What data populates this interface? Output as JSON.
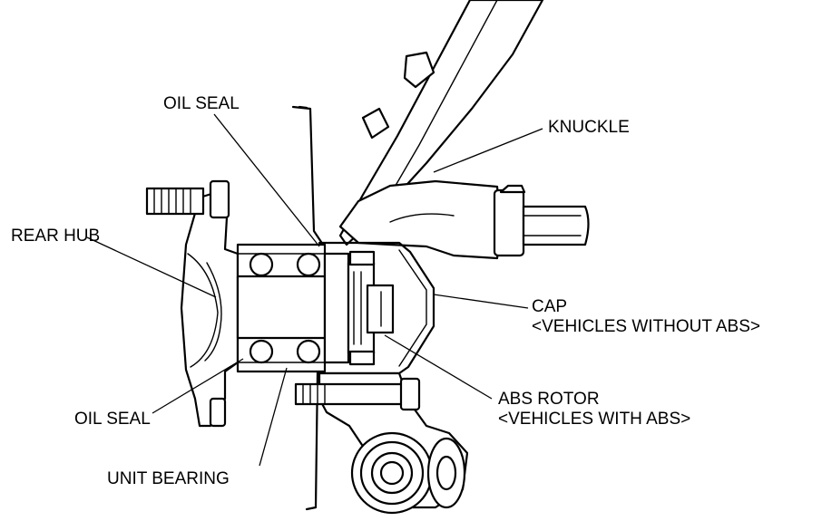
{
  "labels": {
    "oil_seal_top": "OIL SEAL",
    "knuckle": "KNUCKLE",
    "rear_hub": "REAR HUB",
    "cap_line1": "CAP",
    "cap_line2": "<VEHICLES WITHOUT ABS>",
    "abs_line1": "ABS ROTOR",
    "abs_line2": "<VEHICLES WITH ABS>",
    "oil_seal_bottom": "OIL SEAL",
    "unit_bearing": "UNIT BEARING"
  }
}
